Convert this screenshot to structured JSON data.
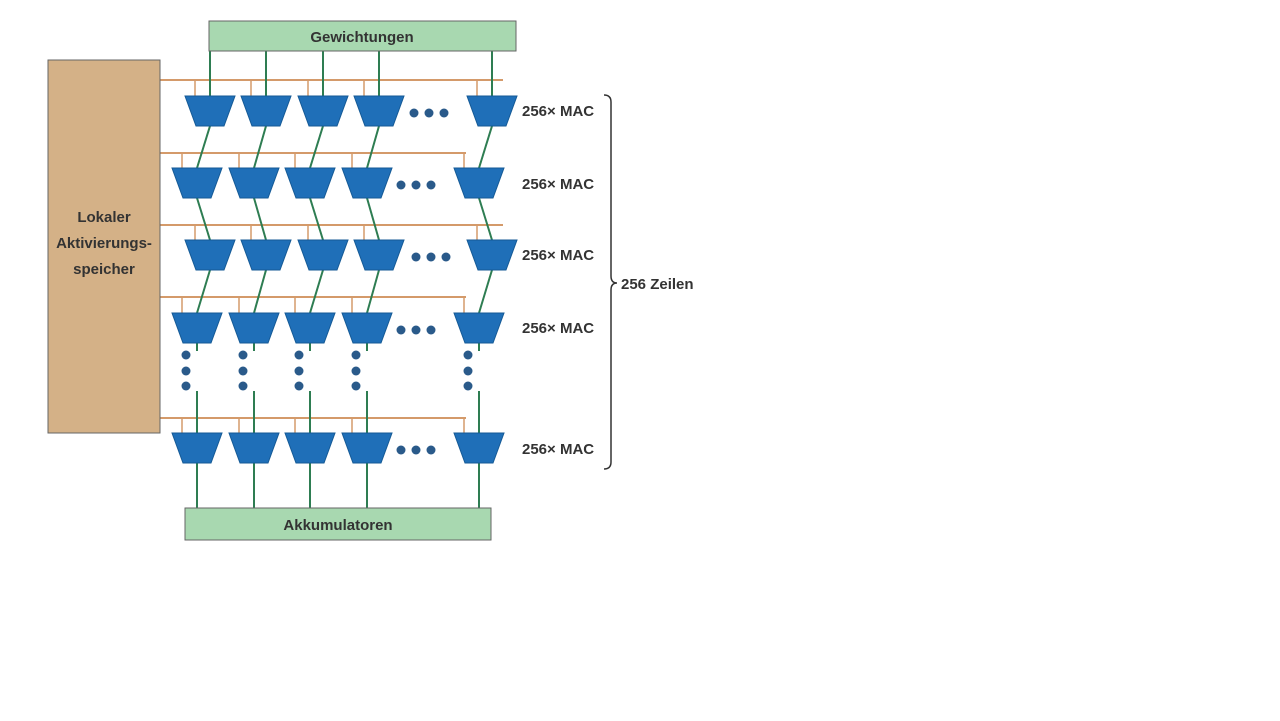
{
  "weights_label": "Gewichtungen",
  "accumulators_label": "Akkumulatoren",
  "memory_label_lines": [
    "Lokaler",
    "Aktivierungs-",
    "speicher"
  ],
  "row_labels": [
    "256× MAC",
    "256× MAC",
    "256× MAC",
    "256× MAC",
    "256× MAC"
  ],
  "rows_total_label": "256 Zeilen",
  "colors": {
    "weights_fill": "#a8d8b0",
    "memory_fill": "#d4b187",
    "mac_fill": "#1f6fb8",
    "green_wire": "#2e7d52",
    "orange_wire": "#d49a6a",
    "ellipsis_dot": "#2a5a8a"
  }
}
